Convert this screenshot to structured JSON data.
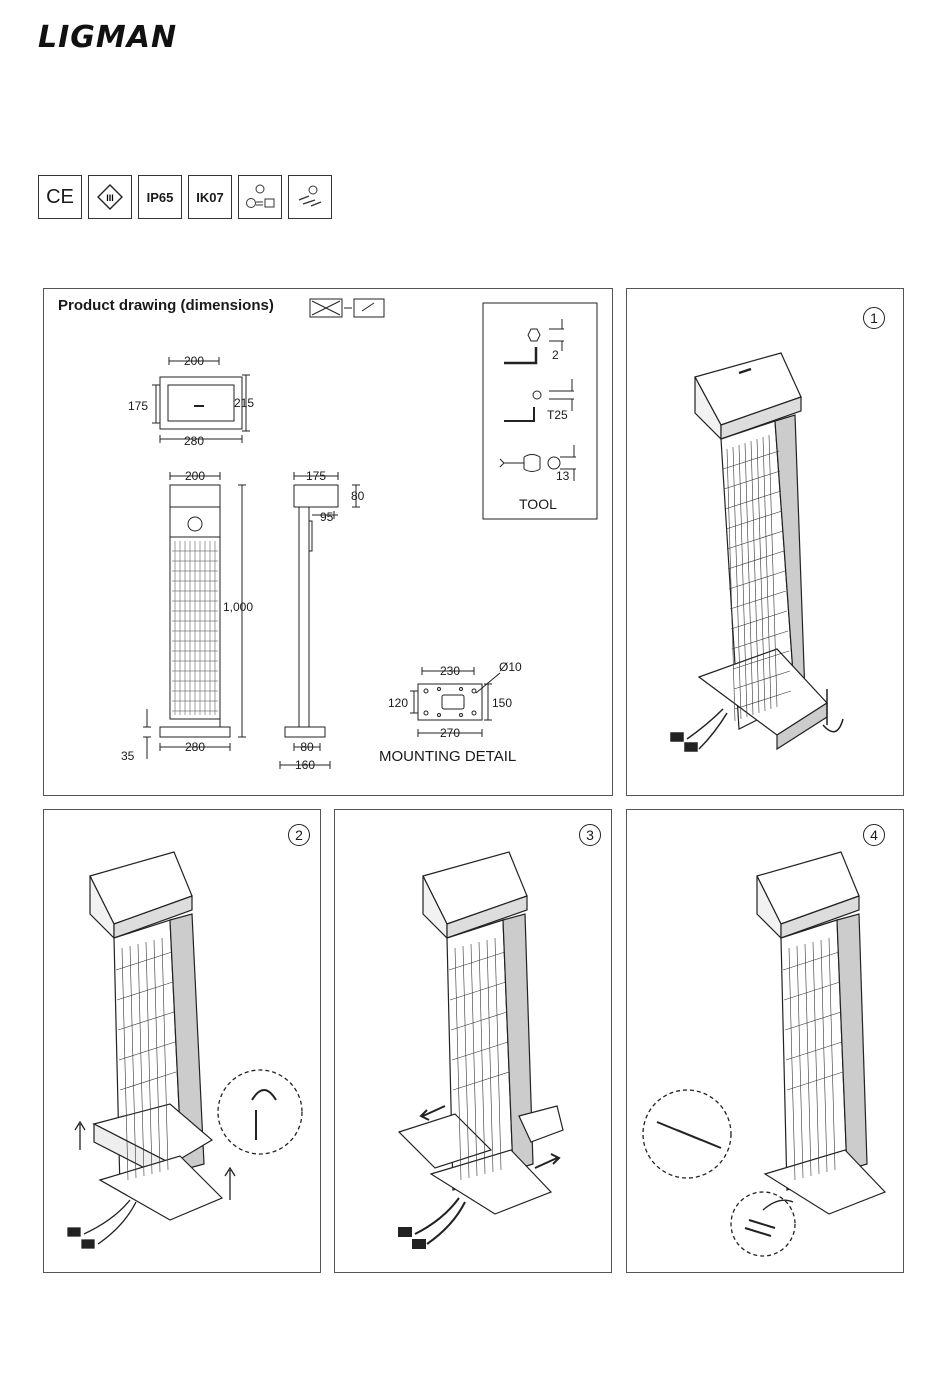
{
  "brand": "LIGMAN",
  "certifications": [
    {
      "id": "ce",
      "label": "CE"
    },
    {
      "id": "class3",
      "label": "III"
    },
    {
      "id": "ip",
      "label": "IP65"
    },
    {
      "id": "ik",
      "label": "IK07"
    },
    {
      "id": "power",
      "label": ""
    },
    {
      "id": "wiring",
      "label": ""
    }
  ],
  "drawing": {
    "title": "Product drawing (dimensions)",
    "top_view": {
      "width": "200",
      "total_width": "280",
      "depth_left": "175",
      "depth_right": "215"
    },
    "front_view": {
      "width": "200",
      "height": "1,000",
      "base_width": "280",
      "base_height": "35"
    },
    "side_view": {
      "top_width": "175",
      "head_height": "80",
      "offset": "95",
      "post_width": "80",
      "base_width": "160"
    },
    "tool": {
      "label": "TOOL",
      "hex": "2",
      "torx": "T25",
      "spanner": "13"
    },
    "mounting": {
      "label": "MOUNTING DETAIL",
      "inner": "230",
      "hole": "Ø10",
      "height_left": "120",
      "height_right": "150",
      "outer": "270"
    }
  },
  "steps": [
    "1",
    "2",
    "3",
    "4"
  ]
}
